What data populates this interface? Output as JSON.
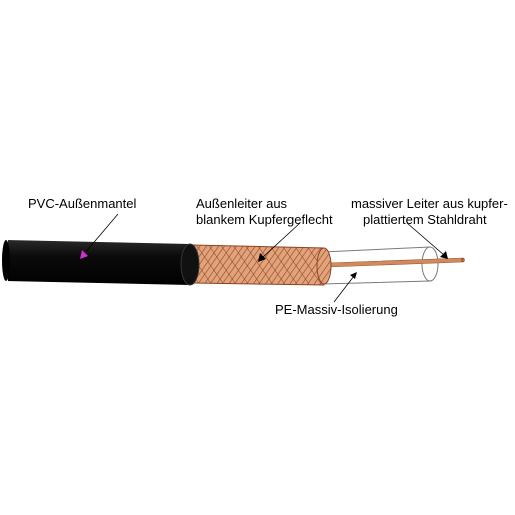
{
  "labels": {
    "jacket": "PVC-Außenmantel",
    "braid_line1": "Außenleiter aus",
    "braid_line2": "blankem Kupfergeflecht",
    "core_line1": "massiver Leiter aus kupfer-",
    "core_line2": "plattiertem Stahldraht",
    "dielectric": "PE-Massiv-Isolierung"
  },
  "colors": {
    "jacket": "#0b0b0b",
    "braid": "#e2a27a",
    "braid_weave": "#8a4526",
    "core": "#d28a5c",
    "dielectric_outline": "#7a7a7a",
    "arrow_jacket": "#cc33cc",
    "arrow_default": "#000000"
  }
}
